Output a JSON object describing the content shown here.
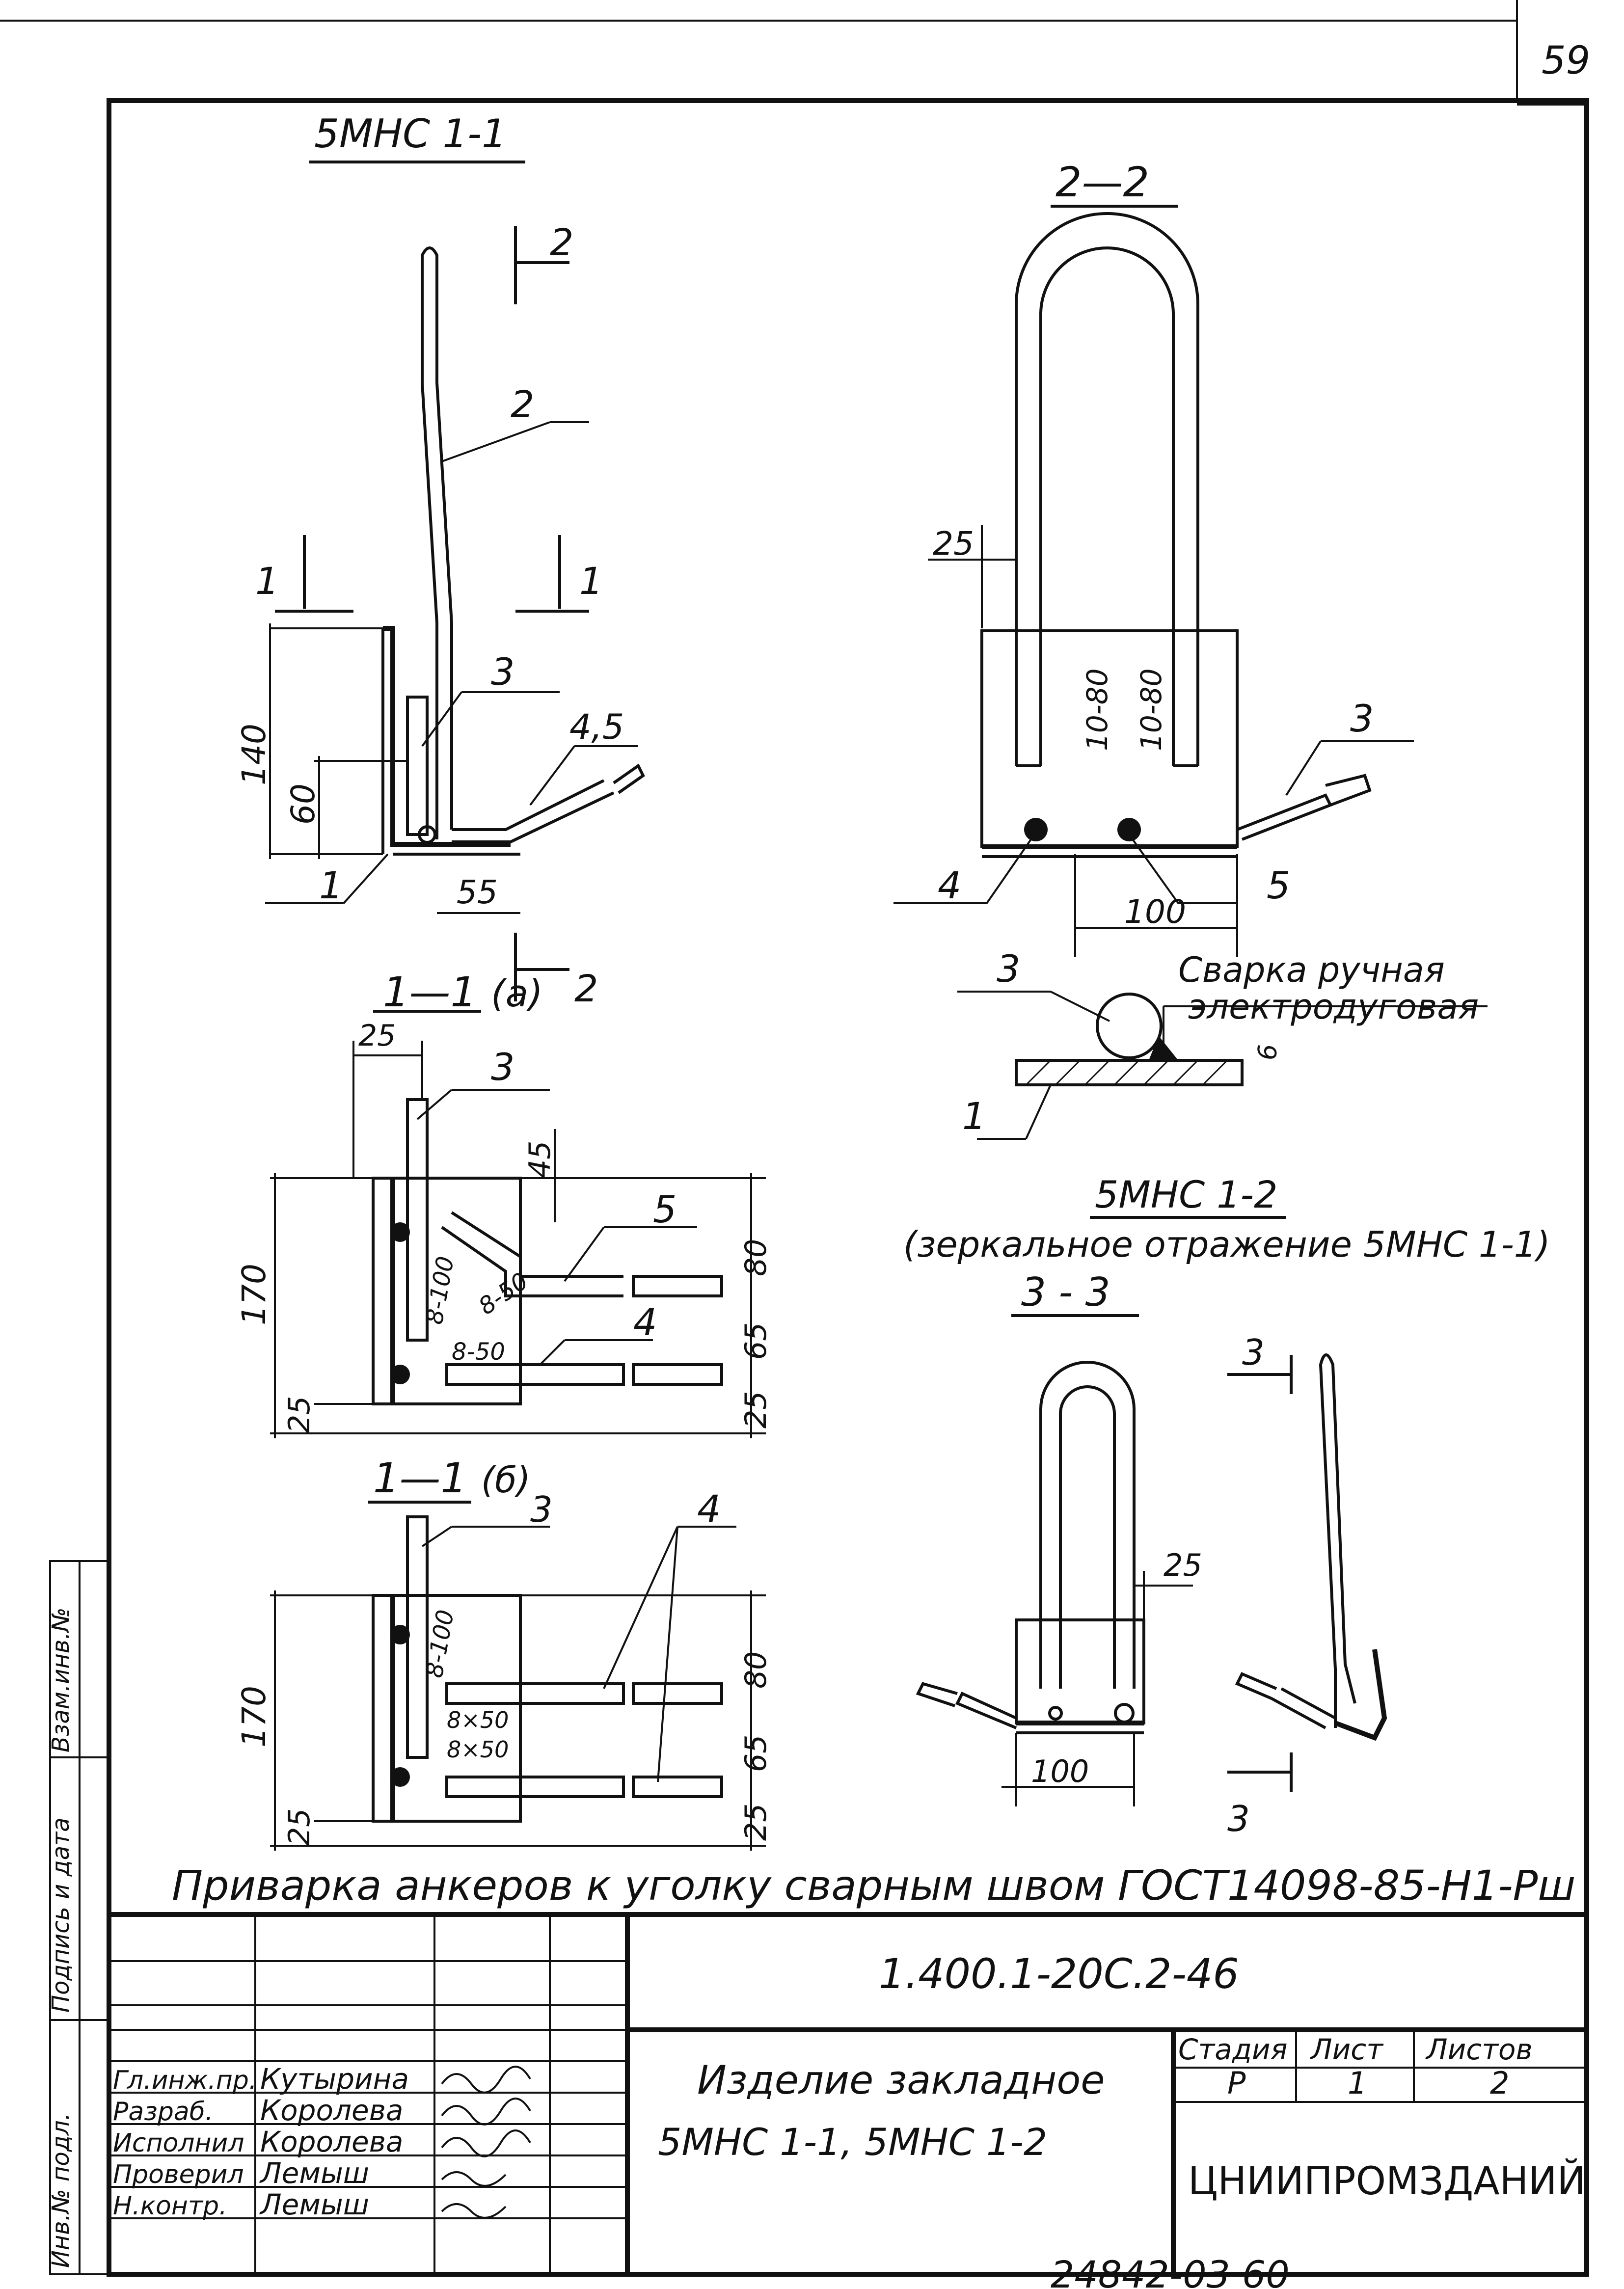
{
  "sheet": {
    "page_number": "59",
    "designation": "1.400.1-20С.2-46",
    "title_line1": "Изделие закладное",
    "title_line2": "5МНС 1-1,  5МНС 1-2",
    "organization": "ЦНИИПРОМЗДАНИЙ",
    "bottom_note": "24842-03   60",
    "weld_note": "Приварка анкеров к уголку сварным швом ГОСТ14098-85-Н1-Рш",
    "stage_header": "Стадия",
    "sheet_header": "Лист",
    "sheets_header": "Листов",
    "stage_value": "Р",
    "sheet_value": "1",
    "sheets_value": "2"
  },
  "side_stamp": {
    "inv_podl": "Инв.№ подл.",
    "podpis_data": "Подпись и дата",
    "vzam_inv": "Взам.инв.№"
  },
  "signatures": [
    {
      "role": "Гл.инж.пр.",
      "name": "Кутырина"
    },
    {
      "role": "Разраб.",
      "name": "Королева"
    },
    {
      "role": "Исполнил",
      "name": "Королева"
    },
    {
      "role": "Проверил",
      "name": "Лемыш"
    },
    {
      "role": "Н.контр.",
      "name": "Лемыш"
    }
  ],
  "views": {
    "v1_title": "5МНС 1-1",
    "v22_title": "2—2",
    "v11a_title": "1—1",
    "v11a_suffix": "(а)",
    "v11b_title": "1—1",
    "v11b_suffix": "(б)",
    "v33_title": "3 - 3",
    "v12_title": "5МНС 1-2",
    "v12_sub": "(зеркальное отражение  5МНС 1-1)",
    "weld_label1": "Сварка ручная",
    "weld_label2": "электродуговая"
  },
  "labels": {
    "n1": "1",
    "n2": "2",
    "n3": "3",
    "n4": "4",
    "n5": "5",
    "n45": "4,5",
    "d140": "140",
    "d60": "60",
    "d55": "55",
    "d25": "25",
    "d100": "100",
    "d170": "170",
    "d80": "80",
    "d65": "65",
    "d45": "45",
    "d6": "6",
    "w1080": "10-80",
    "w8100": "8-100",
    "w850": "8-50",
    "w8x50": "8×50"
  }
}
